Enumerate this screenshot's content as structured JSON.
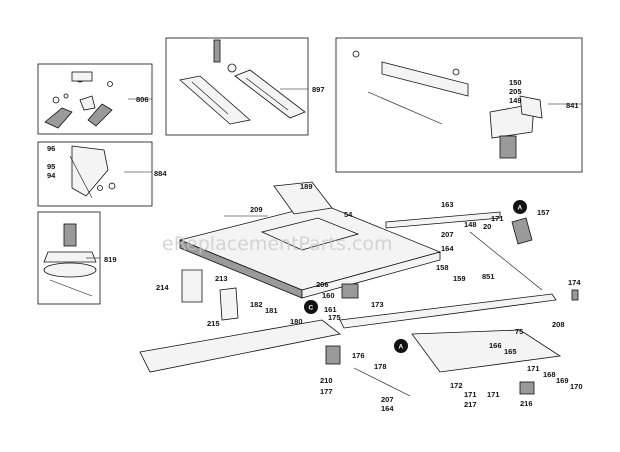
{
  "watermark": "eReplacementParts.com",
  "callouts": [
    "A",
    "C",
    "A"
  ],
  "parts": [
    "806",
    "897",
    "841",
    "150",
    "205",
    "149",
    "96",
    "95",
    "94",
    "884",
    "819",
    "189",
    "209",
    "54",
    "163",
    "148",
    "171",
    "157",
    "207",
    "20",
    "164",
    "158",
    "159",
    "851",
    "174",
    "214",
    "213",
    "206",
    "160",
    "173",
    "182",
    "181",
    "161",
    "215",
    "180",
    "175",
    "75",
    "166",
    "165",
    "208",
    "176",
    "178",
    "210",
    "177",
    "171",
    "168",
    "169",
    "170",
    "172",
    "171",
    "207",
    "164",
    "217",
    "171",
    "216"
  ]
}
